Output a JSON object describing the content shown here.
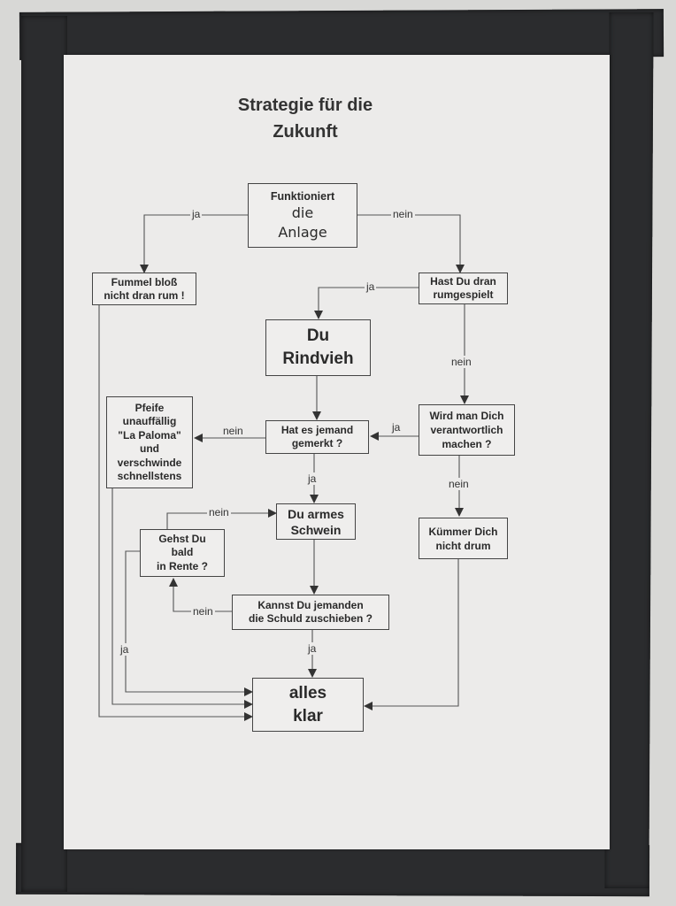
{
  "title": [
    "Strategie für die",
    "Zukunft"
  ],
  "nodes": {
    "start": [
      "Funktioniert",
      "die",
      "Anlage"
    ],
    "fummel": [
      "Fummel bloß",
      "nicht dran rum !"
    ],
    "hast": [
      "Hast Du dran",
      "rumgespielt"
    ],
    "rindvieh": [
      "Du",
      "Rindvieh"
    ],
    "pfeife": [
      "Pfeife",
      "unauffällig",
      "\"La Paloma\"",
      "und",
      "verschwinde",
      "schnellstens"
    ],
    "gemerkt": [
      "Hat es jemand",
      "gemerkt ?"
    ],
    "verantwortlich": [
      "Wird man Dich",
      "verantwortlich",
      "machen ?"
    ],
    "schwein": [
      "Du armes",
      "Schwein"
    ],
    "rente": [
      "Gehst Du",
      "bald",
      "in Rente ?"
    ],
    "kuemmer": [
      "Kümmer Dich",
      "nicht drum"
    ],
    "schuld": [
      "Kannst Du jemanden",
      "die Schuld zuschieben ?"
    ],
    "klar": [
      "alles",
      "klar"
    ]
  },
  "edge_labels": {
    "start_ja": "ja",
    "start_nein": "nein",
    "hast_ja": "ja",
    "hast_nein": "nein",
    "verant_ja": "ja",
    "gemerkt_nein": "nein",
    "gemerkt_ja": "ja",
    "verant_nein": "nein",
    "rente_nein": "nein",
    "schuld_nein": "nein",
    "schuld_ja": "ja",
    "rente_ja": "ja"
  }
}
